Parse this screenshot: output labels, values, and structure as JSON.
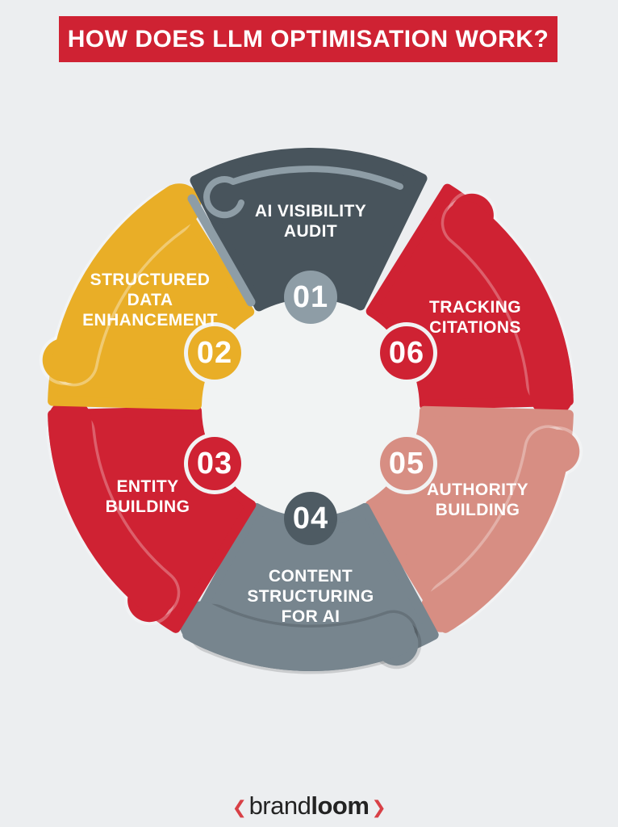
{
  "title": {
    "text": "HOW DOES LLM OPTIMISATION WORK?",
    "bg_color": "#CF2233",
    "text_color": "#FFFFFF"
  },
  "page_bg": "#ECEEF0",
  "diagram": {
    "name": "llm-optimisation-cycle",
    "hole_color": "#F1F3F3",
    "segments": [
      {
        "id": "ai-visibility-audit",
        "number": "01",
        "label": "AI VISIBILITY AUDIT",
        "label_lines": [
          "AI VISIBILITY",
          "AUDIT"
        ],
        "color": "#48545C",
        "fold_color": "#8E9DA6",
        "badge_color": "#8E9DA6",
        "badge_text_color": "#FFFFFF"
      },
      {
        "id": "structured-data-enhancement",
        "number": "02",
        "label": "STRUCTURED DATA ENHANCEMENT",
        "label_lines": [
          "STRUCTURED",
          "DATA",
          "ENHANCEMENT"
        ],
        "color": "#E9AE27",
        "fold_color": "#E9AE27",
        "badge_color": "#E9AE27",
        "badge_text_color": "#FFFFFF"
      },
      {
        "id": "entity-building",
        "number": "03",
        "label": "ENTITY BUILDING",
        "label_lines": [
          "ENTITY",
          "BUILDING"
        ],
        "color": "#CF2233",
        "fold_color": "#CF2233",
        "badge_color": "#CF2233",
        "badge_text_color": "#FFFFFF"
      },
      {
        "id": "content-structuring-for-ai",
        "number": "04",
        "label": "CONTENT STRUCTURING FOR AI",
        "label_lines": [
          "CONTENT",
          "STRUCTURING",
          "FOR AI"
        ],
        "color": "#77858E",
        "fold_color": "#77858E",
        "badge_color": "#4E5B63",
        "badge_text_color": "#FFFFFF"
      },
      {
        "id": "authority-building",
        "number": "05",
        "label": "AUTHORITY BUILDING",
        "label_lines": [
          "AUTHORITY",
          "BUILDING"
        ],
        "color": "#D78E83",
        "fold_color": "#D78E83",
        "badge_color": "#D78E83",
        "badge_text_color": "#FFFFFF"
      },
      {
        "id": "tracking-citations",
        "number": "06",
        "label": "TRACKING CITATIONS",
        "label_lines": [
          "TRACKING",
          "CITATIONS"
        ],
        "color": "#CF2233",
        "fold_color": "#CF2233",
        "badge_color": "#CF2233",
        "badge_text_color": "#FFFFFF"
      }
    ]
  },
  "footer": {
    "logo": {
      "left_bracket": "❮",
      "brand": "brand",
      "loom": "loom",
      "right_bracket": "❯",
      "bracket_color": "#D84046",
      "text_color": "#232323"
    }
  }
}
